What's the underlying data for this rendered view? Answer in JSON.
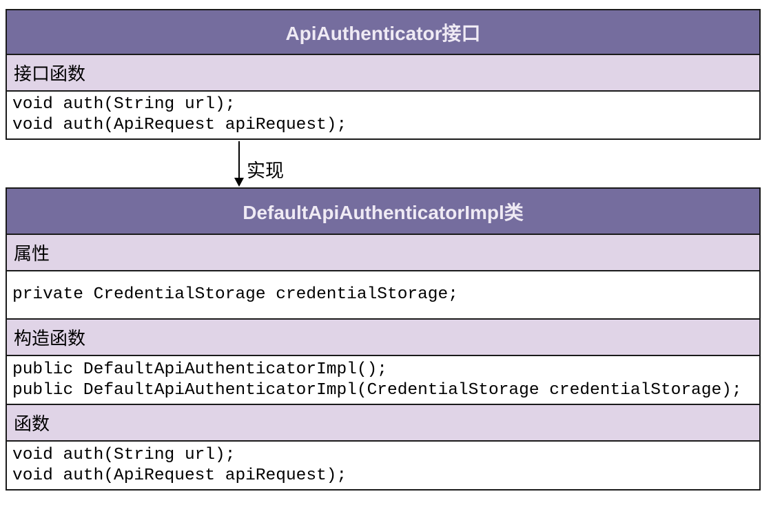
{
  "diagram": {
    "interface_box": {
      "title": "ApiAuthenticator接口",
      "sections": [
        {
          "label": "接口函数",
          "code": [
            "void auth(String url);",
            "void auth(ApiRequest apiRequest);"
          ]
        }
      ]
    },
    "arrow": {
      "label": "实现"
    },
    "class_box": {
      "title": "DefaultApiAuthenticatorImpl类",
      "sections": [
        {
          "label": "属性",
          "code": [
            "private CredentialStorage credentialStorage;"
          ]
        },
        {
          "label": "构造函数",
          "code": [
            "public DefaultApiAuthenticatorImpl();",
            "public DefaultApiAuthenticatorImpl(CredentialStorage credentialStorage);"
          ]
        },
        {
          "label": "函数",
          "code": [
            "void auth(String url);",
            "void auth(ApiRequest apiRequest);"
          ]
        }
      ]
    },
    "colors": {
      "header_bg": "#756d9e",
      "section_bg": "#e0d4e7",
      "border": "#1a1a1a",
      "header_text": "#efeaf4",
      "code_text": "#000000"
    }
  }
}
